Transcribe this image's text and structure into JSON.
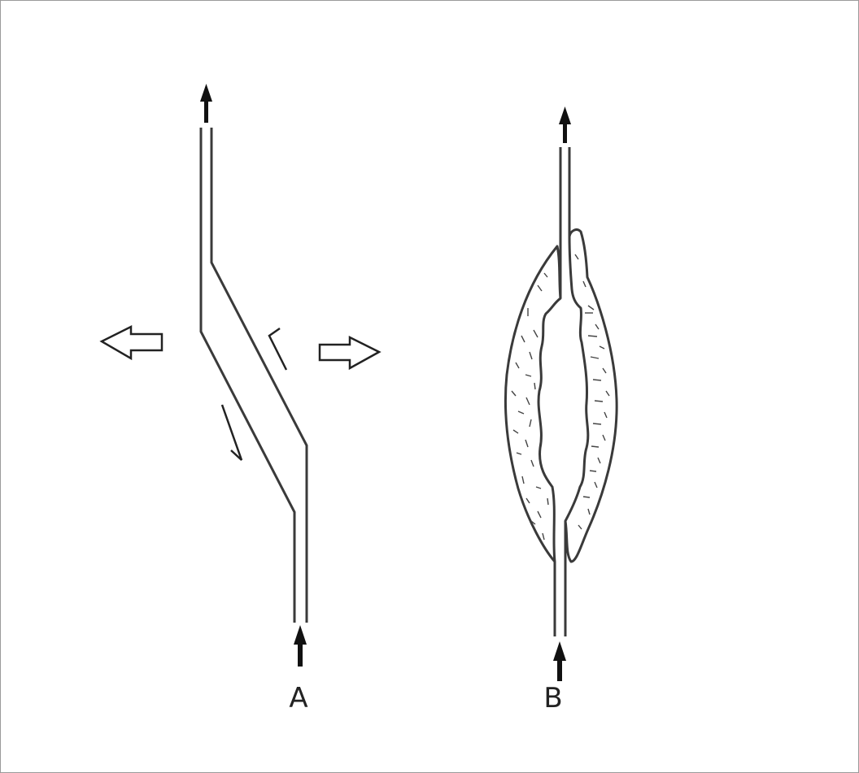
{
  "panels": [
    {
      "id": "A",
      "label": "A"
    },
    {
      "id": "B",
      "label": "B"
    }
  ],
  "colors": {
    "line": "#3a3a3a",
    "arrow_fill": "#111111",
    "open_arrow_fill": "#ffffff",
    "background": "#ffffff"
  }
}
